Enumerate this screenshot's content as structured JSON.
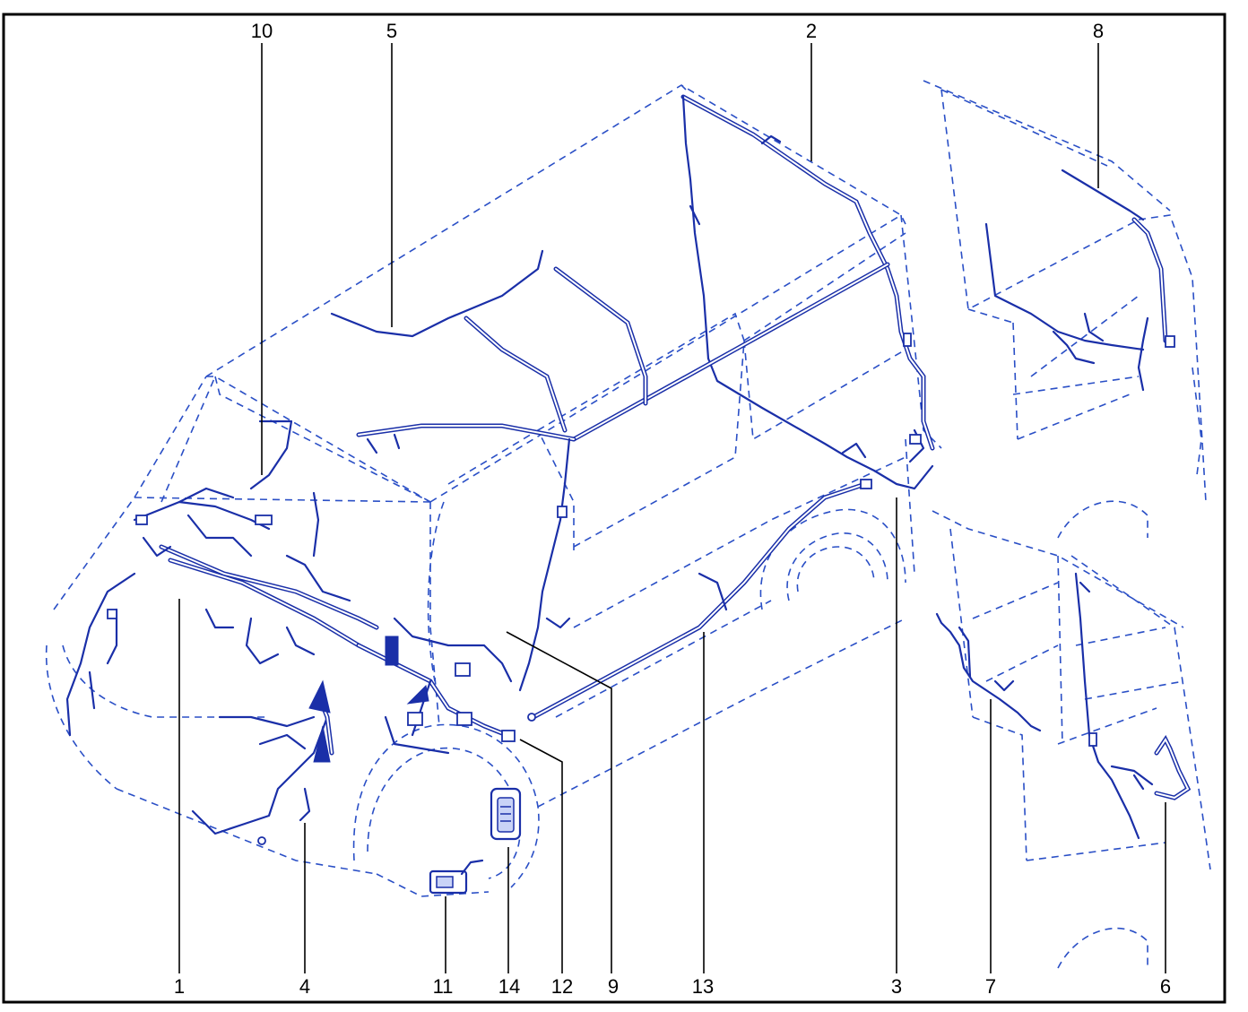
{
  "diagram": {
    "callouts": {
      "c1": "1",
      "c2": "2",
      "c3": "3",
      "c4": "4",
      "c5": "5",
      "c6": "6",
      "c7": "7",
      "c8": "8",
      "c9": "9",
      "c10": "10",
      "c11": "11",
      "c12": "12",
      "c13": "13",
      "c14": "14"
    },
    "colors": {
      "outline": "#2a4fc6",
      "harness": "#1a2fa8",
      "leader": "#000000",
      "frame": "#000000"
    }
  }
}
